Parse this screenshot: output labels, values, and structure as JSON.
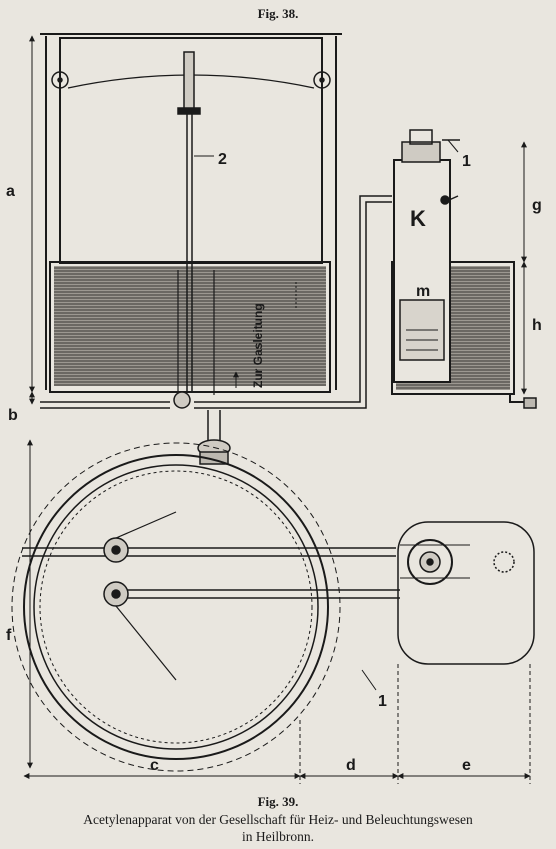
{
  "figure_38": {
    "title": "Fig. 38."
  },
  "figure_39": {
    "title": "Fig. 39."
  },
  "caption": {
    "line1": "Acetylenapparat von der Gesellschaft für Heiz- und Beleuchtungswesen",
    "line2": "in Heilbronn."
  },
  "labels": {
    "a": "a",
    "b": "b",
    "c": "c",
    "d": "d",
    "e": "e",
    "f": "f",
    "g": "g",
    "h": "h",
    "K": "K",
    "m": "m",
    "one": "1",
    "two": "2",
    "gas_line": "Zur Gasleitung"
  },
  "colors": {
    "ink": "#1a1a1a",
    "paper": "#e9e6df",
    "water": "#6f6c67"
  }
}
